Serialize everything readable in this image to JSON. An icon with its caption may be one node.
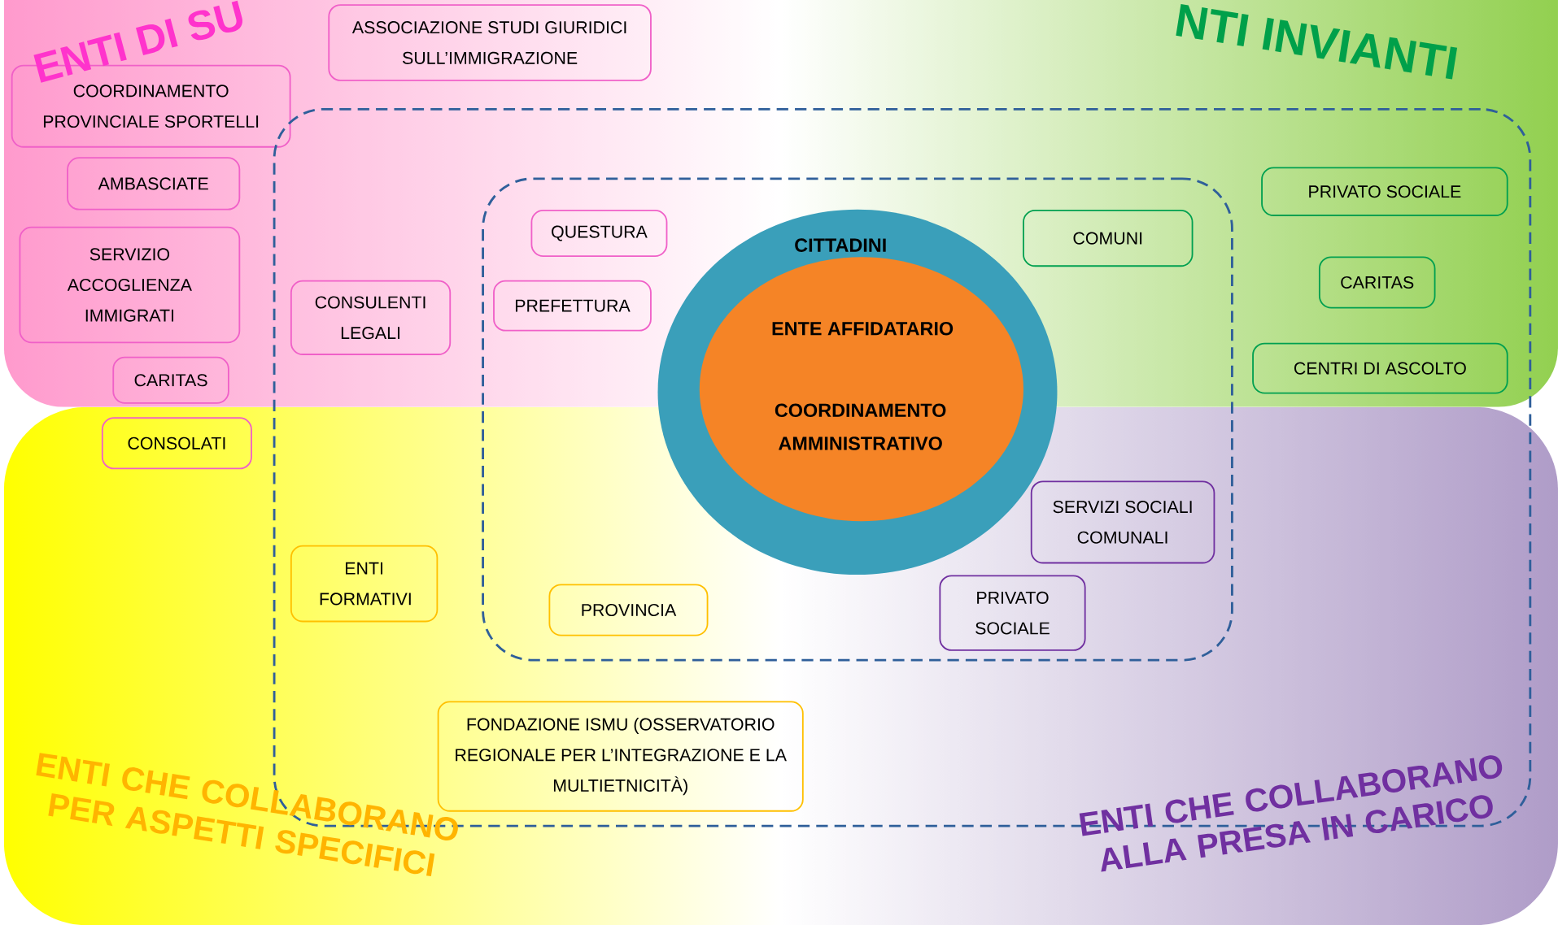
{
  "diagram": {
    "nodes": [
      {
        "text": [
          "ASSOCIAZIONE STUDI GIURIDICI SULL’IMMIGRAZIONE"
        ]
      },
      {
        "text": [
          "COORDINAMENTO PROVINCIALE SPORTELLI"
        ]
      },
      {
        "text": [
          "AMBASCIATE"
        ]
      },
      {
        "text": [
          "SERVIZIO ACCOGLIENZA IMMIGRATI"
        ]
      },
      {
        "text": [
          "CARITAS"
        ]
      },
      {
        "text": [
          "CONSOLATI"
        ]
      },
      {
        "text": [],
        "shape": "box"
      },
      {
        "text": [
          "CONSULENTI LEGALI"
        ],
        "in": 6
      },
      {
        "text": [],
        "shape": "box",
        "in": 6
      },
      {
        "text": [
          "QUESTURA"
        ],
        "in": 8
      },
      {
        "text": [
          "PREFETTURA"
        ],
        "in": 8
      },
      {
        "text": [
          "CITTADINI"
        ],
        "in": 8
      },
      {
        "text": [
          "ENTE AFFIDATARIO",
          "COORDINAMENTO AMMINISTRATIVO"
        ],
        "in": 11
      },
      {
        "text": [
          "COMUNI"
        ],
        "in": 8
      },
      {
        "text": [
          "PRIVATO SOCIALE"
        ],
        "in": 6
      },
      {
        "text": [
          "CARITAS"
        ],
        "in": 6
      },
      {
        "text": [
          "CENTRI DI ASCOLTO"
        ],
        "in": 6
      },
      {
        "text": [
          "SERVIZI SOCIALI COMUNALI"
        ],
        "in": 8
      },
      {
        "text": [
          "PRIVATO SOCIALE"
        ],
        "in": 8
      },
      {
        "text": [
          "ENTI FORMATIVI"
        ],
        "in": 6
      },
      {
        "text": [
          "PROVINCIA"
        ],
        "in": 8
      },
      {
        "text": [
          "FONDAZIONE ISMU (OSSERVATORIO REGIONALE PER L’INTEGRAZIONE E LA MULTIETNICITÀ)"
        ],
        "in": 6
      }
    ],
    "labels": [
      "ENTI DI SU",
      "NTI INVIANTI",
      "ENTI CHE COLLABORANO PER ASPETTI SPECIFICI",
      "ENTI CHE COLLABORANO ALLA PRESA IN CARICO"
    ]
  }
}
